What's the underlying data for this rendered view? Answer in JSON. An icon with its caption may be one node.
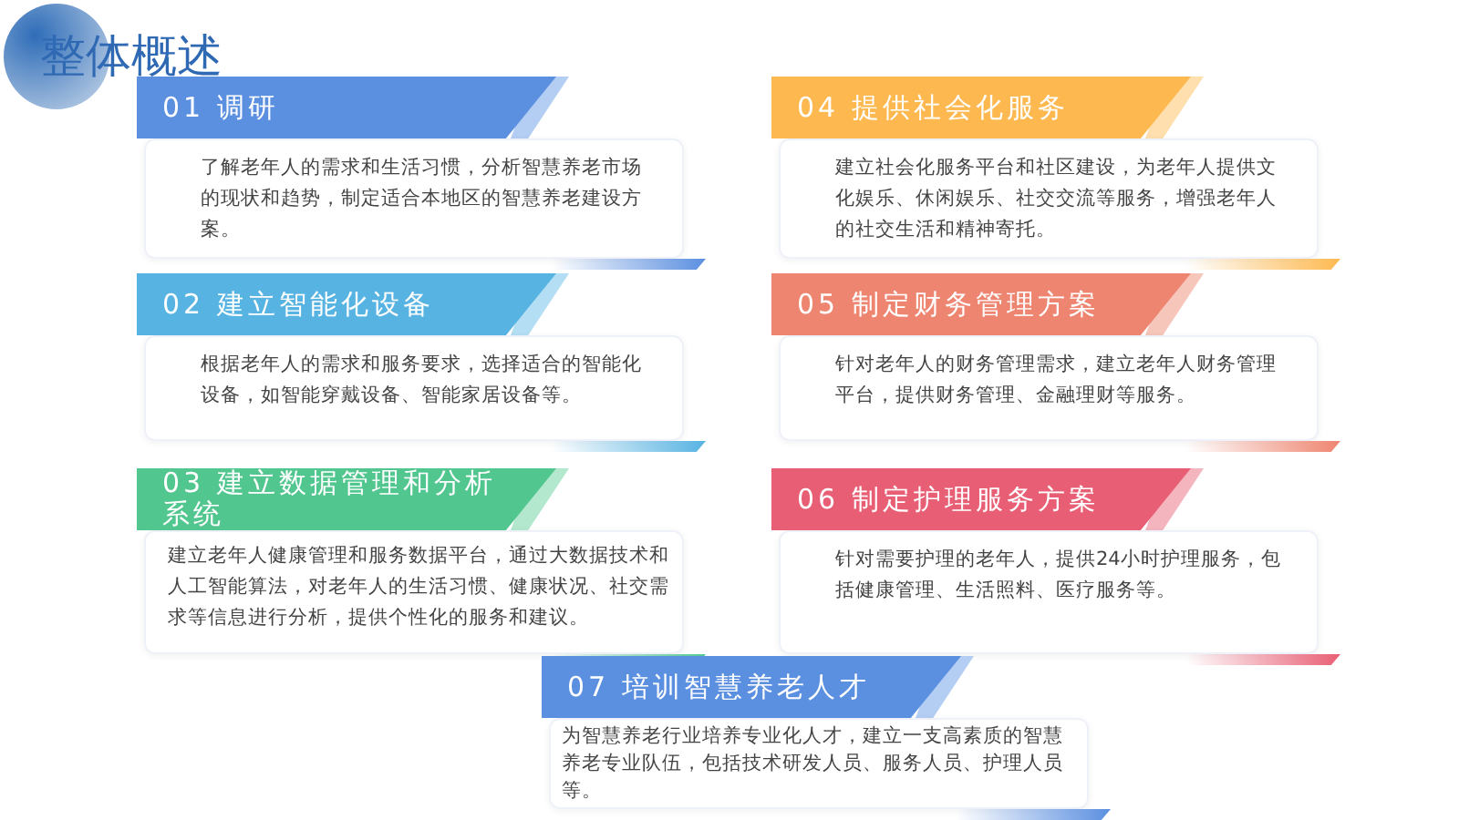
{
  "diagram": {
    "title": "整体概述",
    "nodes": [
      {
        "text": [
          "01 调研"
        ]
      },
      {
        "text": [
          "了解老年人的需求和生活习惯，分析智慧养老市场的现状和趋势，制定适合本地区的智慧养老建设方案。"
        ]
      },
      {
        "text": [
          "02 建立智能化设备"
        ]
      },
      {
        "text": [
          "根据老年人的需求和服务要求，选择适合的智能化设备，如智能穿戴设备、智能家居设备等。"
        ]
      },
      {
        "text": [
          "03 建立数据管理和分析系统"
        ]
      },
      {
        "text": [
          "建立老年人健康管理和服务数据平台，通过大数据技术和人工智能算法，对老年人的生活习惯、健康状况、社交需求等信息进行分析，提供个性化的服务和建议。"
        ]
      },
      {
        "text": [
          "04 提供社会化服务"
        ]
      },
      {
        "text": [
          "建立社会化服务平台和社区建设，为老年人提供文化娱乐、休闲娱乐、社交交流等服务，增强老年人的社交生活和精神寄托。"
        ]
      },
      {
        "text": [
          "05 制定财务管理方案"
        ]
      },
      {
        "text": [
          "针对老年人的财务管理需求，建立老年人财务管理平台，提供财务管理、金融理财等服务。"
        ]
      },
      {
        "text": [
          "06 制定护理服务方案"
        ]
      },
      {
        "text": [
          "针对需要护理的老年人，提供24小时护理服务，包括健康管理、生活照料、医疗服务等。"
        ]
      },
      {
        "text": [
          "07 培训智慧养老人才"
        ]
      },
      {
        "text": [
          "为智慧养老行业培养专业化人才，建立一支高素质的智慧养老专业队伍，包括技术研发人员、服务人员、护理人员等。"
        ]
      }
    ]
  }
}
